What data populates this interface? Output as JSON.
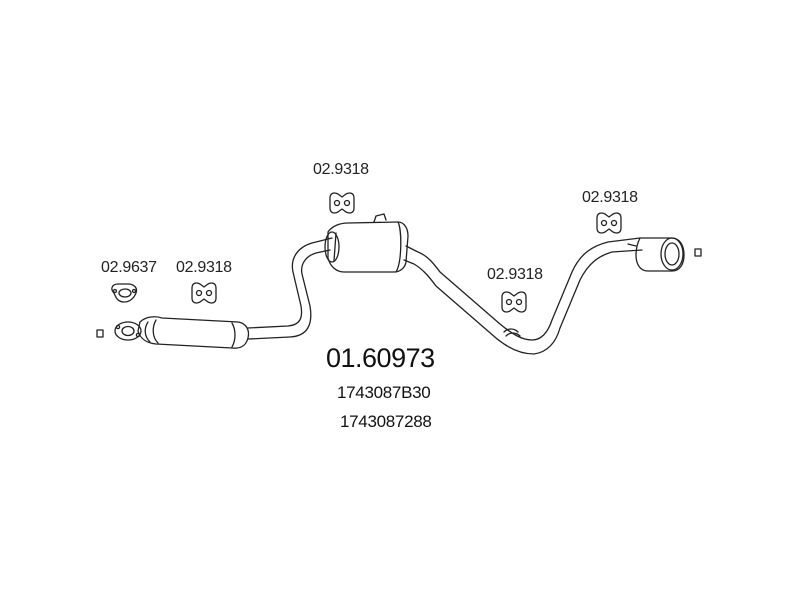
{
  "parts": {
    "gasket": "02.9637",
    "hanger_front": "02.9318",
    "hanger_mid": "02.9318",
    "hanger_rear_pipe": "02.9318",
    "hanger_tail": "02.9318"
  },
  "product": {
    "code": "01.60973",
    "oe_number_1": "1743087B30",
    "oe_number_2": "1743087288"
  }
}
